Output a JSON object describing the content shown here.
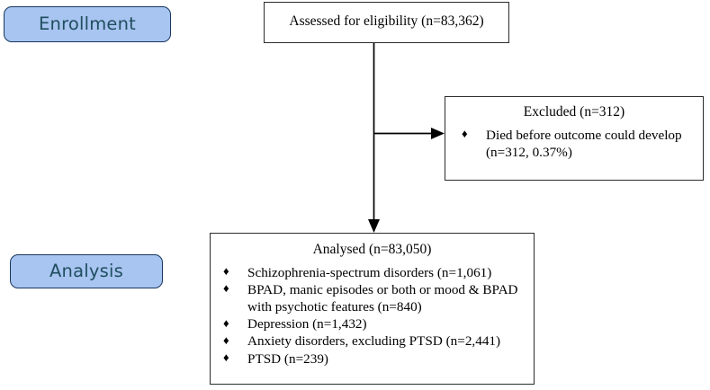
{
  "diagram": {
    "title": "CONSORT-style participant flow diagram",
    "colors": {
      "stage_label_fill": "#a8c4f0",
      "stage_label_border": "#17375e",
      "stage_label_text": "#1f4e5f",
      "box_border": "#2b2b2b",
      "connector": "#000000",
      "background": "#ffffff"
    },
    "stage_labels": [
      {
        "id": "enrollment",
        "text": "Enrollment"
      },
      {
        "id": "analysis",
        "text": "Analysis"
      }
    ],
    "nodes": {
      "assessed": {
        "title": "Assessed for eligibility (n=83,362)",
        "bullets": []
      },
      "excluded": {
        "title": "Excluded (n=312)",
        "bullet_glyph": "♦",
        "bullets": [
          "Died before outcome could develop (n=312, 0.37%)"
        ]
      },
      "analysed": {
        "title": "Analysed (n=83,050)",
        "bullet_glyph": "♦",
        "bullets": [
          "Schizophrenia-spectrum disorders (n=1,061)",
          "BPAD, manic episodes or both or mood & BPAD with psychotic features (n=840)",
          "Depression (n=1,432)",
          "Anxiety disorders, excluding PTSD (n=2,441)",
          "PTSD (n=239)"
        ]
      }
    },
    "connectors": [
      {
        "id": "assessed-to-analysed",
        "from": "assessed",
        "to": "analysed",
        "direction": "down"
      },
      {
        "id": "assessed-to-excluded",
        "from": "assessed",
        "to": "excluded",
        "direction": "right"
      }
    ]
  }
}
